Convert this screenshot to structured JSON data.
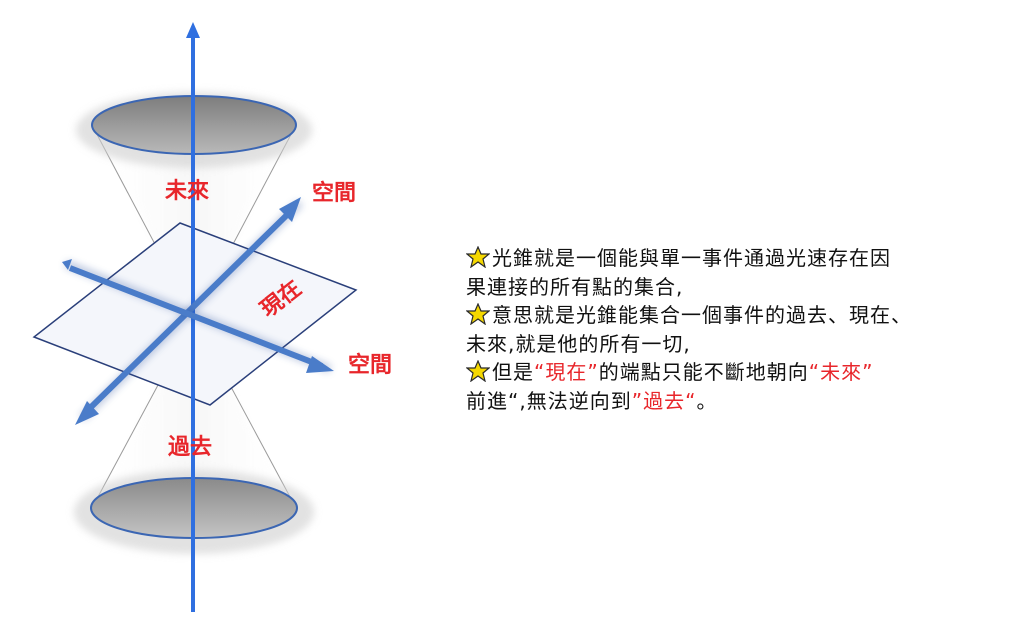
{
  "diagram": {
    "label_future": "未來",
    "label_past": "過去",
    "label_present": "現在",
    "label_space_top": "空間",
    "label_space_right": "空間"
  },
  "notes": {
    "line1": "光錐就是一個能與單一事件通過光速存在因",
    "line2": "果連接的所有點的集合,",
    "line3": "意思就是光錐能集合一個事件的過去、現在、",
    "line4": "未來,就是他的所有一切,",
    "line5_a": "但是",
    "line5_b": "“現在”",
    "line5_c": "的端點只能不斷地朝向",
    "line5_d": "“未來”",
    "line6_a": "前進“,無法逆向到",
    "line6_b": "”過去“",
    "line6_c": "。"
  },
  "colors": {
    "red": "#e8262b",
    "blue": "#4a7cc9",
    "axis_glow": "#9cc3ff"
  }
}
